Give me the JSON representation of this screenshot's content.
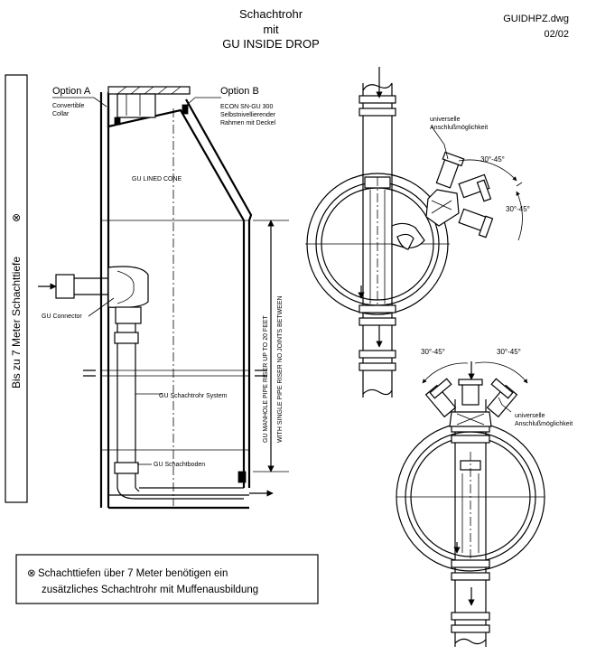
{
  "title": {
    "line1": "Schachtrohr",
    "line2": "mit",
    "line3": "GU  INSIDE  DROP"
  },
  "drawing_ref": {
    "file": "GUIDHPZ.dwg",
    "sheet": "02/02"
  },
  "section": {
    "option_a": "Option A",
    "option_a_desc1": "Convertible",
    "option_a_desc2": "Collar",
    "option_b": "Option B",
    "option_b_desc1": "ECON SN-GU 300",
    "option_b_desc2": "Selbstnivellierender",
    "option_b_desc3": "Rahmen mit Deckel",
    "lined_cone": "GU LINED CONE",
    "connector": "GU Connector",
    "system": "GU Schachtrohr System",
    "base": "GU Schachtboden",
    "riser_line1": "GU MANHOLE PIPE RISER UP TO 20 FEET",
    "riser_line2": "WITH SINGLE PIPE RISER NO JOINTS BETWEEN",
    "depth_label": "Bis zu 7 Meter Schachttiefe",
    "depth_marker": "⊗"
  },
  "plan_top": {
    "label1": "universelle",
    "label2": "Anschlußmöglichkeit",
    "angle1": "30°-45°",
    "angle2": "30°-45°"
  },
  "plan_bottom": {
    "angle_left": "30°-45°",
    "angle_right": "30°-45°",
    "label1": "universelle",
    "label2": "Anschlußmöglichkeit"
  },
  "footnote": {
    "marker": "⊗",
    "line1": "Schachttiefen über 7 Meter benötigen ein",
    "line2": "zusätzliches Schachtrohr mit Muffenausbildung"
  }
}
